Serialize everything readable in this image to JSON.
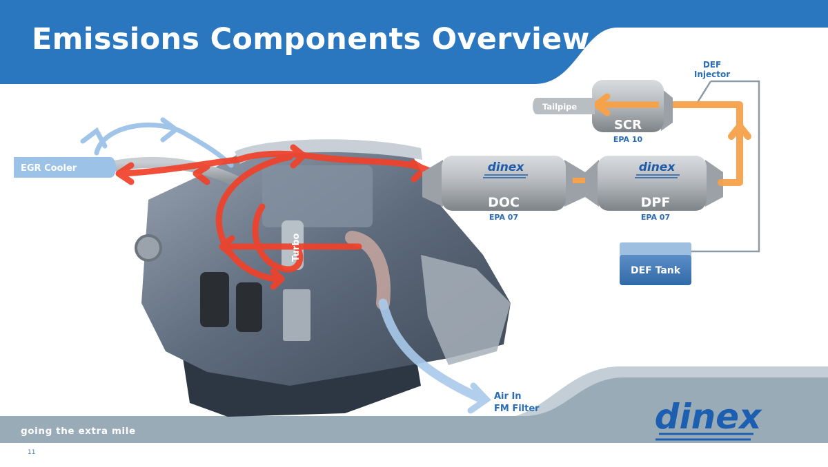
{
  "title": "Emissions Components Overview",
  "tagline": "going the extra mile",
  "page_number": "11",
  "brand": "dinex",
  "colors": {
    "header_blue": "#2a77c0",
    "footer_gray": "#9aabb8",
    "exhaust_red": "#f0412a",
    "def_orange": "#f6a24a",
    "air_blue": "#9cc2e8"
  },
  "components": {
    "egr_cooler": "EGR Cooler",
    "turbo": "Turbo",
    "doc": {
      "label": "DOC",
      "standard": "EPA 07",
      "brand": "dinex"
    },
    "dpf": {
      "label": "DPF",
      "standard": "EPA 07",
      "brand": "dinex"
    },
    "scr": {
      "label": "SCR",
      "standard": "EPA 10"
    },
    "tailpipe": "Tailpipe",
    "def_injector": [
      "DEF",
      "Injector"
    ],
    "def_tank": "DEF Tank",
    "air_in": [
      "Air In",
      "FM Filter"
    ]
  }
}
